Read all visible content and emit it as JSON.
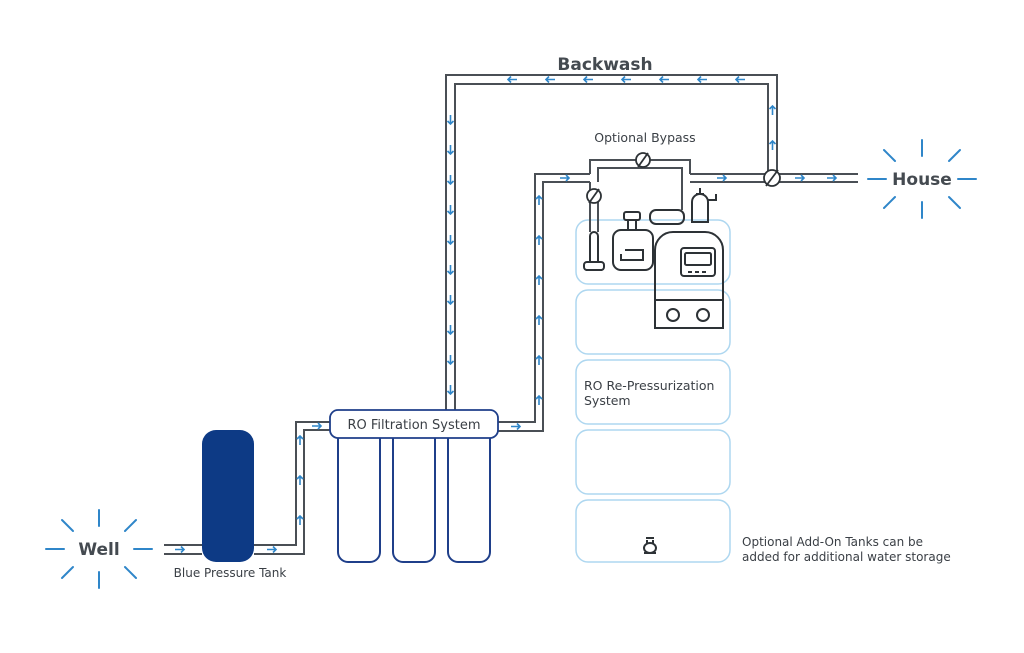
{
  "labels": {
    "well": "Well",
    "house": "House",
    "backwash": "Backwash",
    "optional_bypass": "Optional Bypass",
    "ro_filtration": "RO Filtration System",
    "blue_pressure_tank": "Blue Pressure Tank",
    "ro_repressurization_line1": "RO Re-Pressurization",
    "ro_repressurization_line2": "System",
    "addon_line1": "Optional Add-On Tanks can be",
    "addon_line2": "added for additional water storage"
  },
  "colors": {
    "pipe_outline": "#4a4f55",
    "flow_arrow": "#2f86c9",
    "pressure_tank": "#0d3a85",
    "filter_housing": "#1f3f8a",
    "storage_tank_outline": "#aed7f0",
    "label_text": "#3a3f45"
  },
  "icons": {
    "well": "burst-icon",
    "house": "burst-icon",
    "valve": "valve-icon",
    "pump": "pump-controller-icon"
  }
}
